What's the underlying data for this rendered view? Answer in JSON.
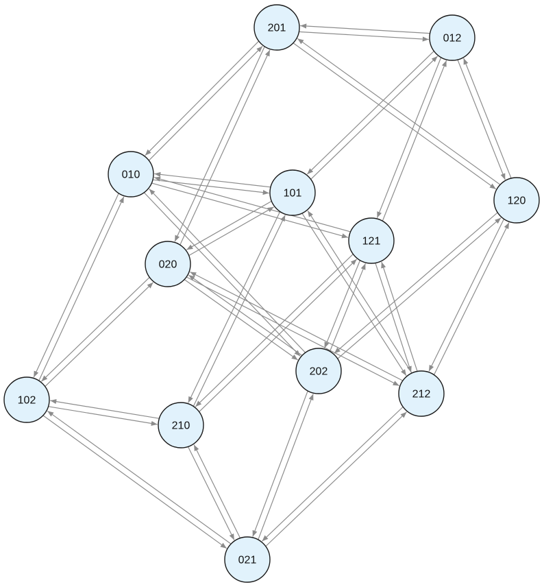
{
  "graph": {
    "colors": {
      "node_fill": "#e1f2fc",
      "node_stroke": "#1a1a1a",
      "edge": "#8c8c8c",
      "background": "#ffffff"
    },
    "nodes": [
      {
        "id": "201",
        "label": "201"
      },
      {
        "id": "012",
        "label": "012"
      },
      {
        "id": "010",
        "label": "010"
      },
      {
        "id": "101",
        "label": "101"
      },
      {
        "id": "120",
        "label": "120"
      },
      {
        "id": "121",
        "label": "121"
      },
      {
        "id": "020",
        "label": "020"
      },
      {
        "id": "202",
        "label": "202"
      },
      {
        "id": "212",
        "label": "212"
      },
      {
        "id": "102",
        "label": "102"
      },
      {
        "id": "210",
        "label": "210"
      },
      {
        "id": "021",
        "label": "021"
      }
    ],
    "edges": [
      [
        "201",
        "012"
      ],
      [
        "012",
        "201"
      ],
      [
        "201",
        "010"
      ],
      [
        "010",
        "201"
      ],
      [
        "201",
        "120"
      ],
      [
        "120",
        "201"
      ],
      [
        "201",
        "020"
      ],
      [
        "020",
        "201"
      ],
      [
        "012",
        "101"
      ],
      [
        "101",
        "012"
      ],
      [
        "012",
        "120"
      ],
      [
        "120",
        "012"
      ],
      [
        "012",
        "121"
      ],
      [
        "121",
        "012"
      ],
      [
        "010",
        "101"
      ],
      [
        "101",
        "010"
      ],
      [
        "010",
        "121"
      ],
      [
        "121",
        "010"
      ],
      [
        "010",
        "102"
      ],
      [
        "102",
        "010"
      ],
      [
        "010",
        "202"
      ],
      [
        "202",
        "010"
      ],
      [
        "101",
        "020"
      ],
      [
        "020",
        "101"
      ],
      [
        "101",
        "210"
      ],
      [
        "210",
        "101"
      ],
      [
        "101",
        "212"
      ],
      [
        "212",
        "101"
      ],
      [
        "120",
        "202"
      ],
      [
        "202",
        "120"
      ],
      [
        "120",
        "212"
      ],
      [
        "212",
        "120"
      ],
      [
        "121",
        "202"
      ],
      [
        "202",
        "121"
      ],
      [
        "121",
        "212"
      ],
      [
        "212",
        "121"
      ],
      [
        "121",
        "210"
      ],
      [
        "210",
        "121"
      ],
      [
        "020",
        "202"
      ],
      [
        "202",
        "020"
      ],
      [
        "020",
        "212"
      ],
      [
        "212",
        "020"
      ],
      [
        "020",
        "102"
      ],
      [
        "102",
        "020"
      ],
      [
        "102",
        "210"
      ],
      [
        "210",
        "102"
      ],
      [
        "102",
        "021"
      ],
      [
        "021",
        "102"
      ],
      [
        "210",
        "021"
      ],
      [
        "021",
        "210"
      ],
      [
        "202",
        "021"
      ],
      [
        "021",
        "202"
      ],
      [
        "212",
        "021"
      ],
      [
        "021",
        "212"
      ]
    ]
  }
}
